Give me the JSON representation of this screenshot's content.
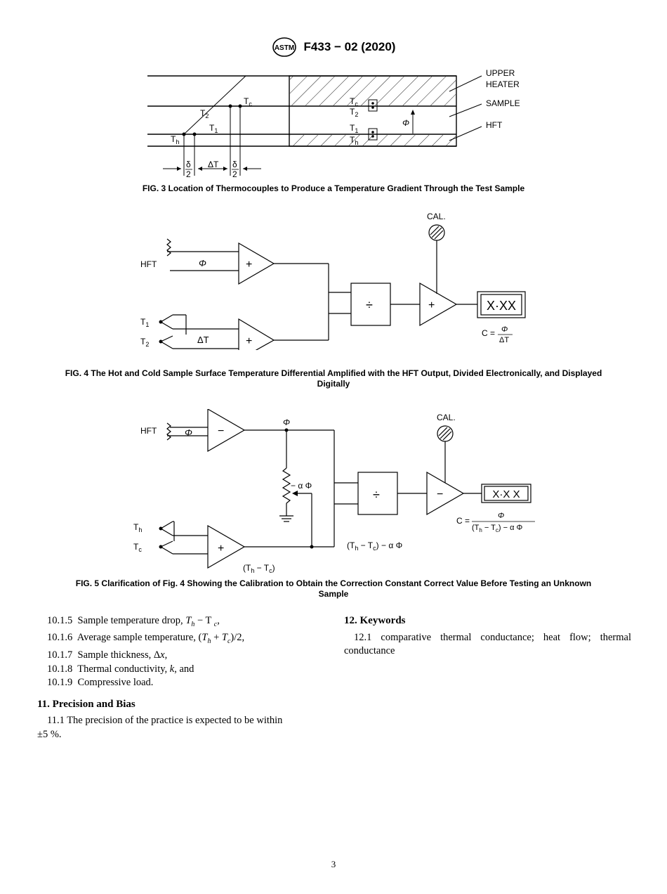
{
  "header": {
    "logo": "ASTM",
    "designation": "F433 − 02 (2020)"
  },
  "fig3": {
    "caption": "FIG. 3 Location of Thermocouples to Produce a Temperature Gradient Through the Test Sample",
    "labels": {
      "upper_heater_1": "UPPER",
      "upper_heater_2": "HEATER",
      "sample": "SAMPLE",
      "hft": "HFT",
      "tc": "T",
      "tc_sub": "c",
      "t2": "T",
      "t2_sub": "2",
      "t1": "T",
      "t1_sub": "1",
      "th": "T",
      "th_sub": "h",
      "phi": "Φ",
      "delta": "δ",
      "two": "2",
      "dT": "ΔT"
    }
  },
  "fig4": {
    "caption_line1": "FIG. 4 The Hot and Cold Sample Surface Temperature Differential Amplified with the HFT Output, Divided Electronically, and Displayed",
    "caption_line2": "Digitally",
    "labels": {
      "cal": "CAL.",
      "hft": "HFT",
      "phi": "Φ",
      "plus": "+",
      "t1": "T",
      "t1_sub": "1",
      "t2": "T",
      "t2_sub": "2",
      "dT": "ΔT",
      "div": "÷",
      "display": "X·XX",
      "c_eq": "C =",
      "c_num": "Φ",
      "c_den": "ΔT"
    }
  },
  "fig5": {
    "caption_line1": "FIG. 5 Clarification of Fig. 4 Showing the Calibration to Obtain the Correction Constant Correct Value Before Testing an Unknown",
    "caption_line2": "Sample",
    "labels": {
      "cal": "CAL.",
      "hft": "HFT",
      "phi": "Φ",
      "minus": "−",
      "plus": "+",
      "alpha_phi": "− α Φ",
      "th": "T",
      "th_sub": "h",
      "tc": "T",
      "tc_sub": "c",
      "thtc": "(T",
      "thtc_mid": " − T",
      "thtc_end": ")",
      "diff_expr": "(T",
      "diff_mid": " − T",
      "diff_end": ") − α Φ",
      "div": "÷",
      "display": "X·X X",
      "c_eq": "C =",
      "c_num": "Φ",
      "c_den": "(T",
      "c_den_mid": " − T",
      "c_den_end": ") − α Φ",
      "h": "h",
      "c": "c"
    }
  },
  "left_column": {
    "items": [
      {
        "num": "10.1.5",
        "pre": "Sample temperature drop, ",
        "v1": "T",
        "s1": "h",
        "mid": " − T ",
        "s2": "c",
        "post": ","
      },
      {
        "num": "10.1.6",
        "pre": "Average sample temperature, (",
        "v1": "T",
        "s1": "h",
        "mid": " +  ",
        "v2": "T",
        "s2": "c",
        "post": ")/2,"
      },
      {
        "num": "10.1.7",
        "pre": "Sample thickness, Δ",
        "var": "x",
        "post": ","
      },
      {
        "num": "10.1.8",
        "pre": "Thermal conductivity, ",
        "var": "k",
        "post": ", and"
      },
      {
        "num": "10.1.9",
        "text": "Compressive load."
      }
    ],
    "section11_heading": "11. Precision and Bias",
    "section11_p1": "11.1 The precision of the practice is expected to be within",
    "section11_p2": "±5 %."
  },
  "right_column": {
    "section12_heading": "12. Keywords",
    "section12_p1": "12.1 comparative thermal conductance; heat flow; thermal",
    "section12_p2": "conductance"
  },
  "page_number": "3"
}
